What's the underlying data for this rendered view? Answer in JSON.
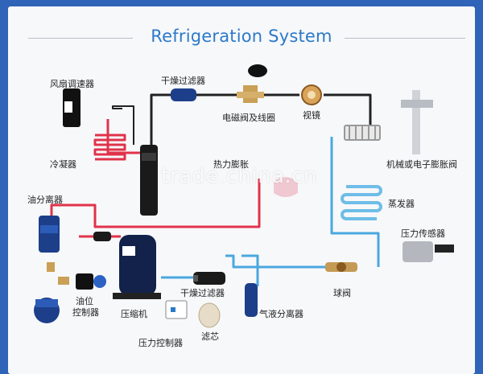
{
  "title": "Refrigeration System",
  "watermark": "trade.china.cn",
  "labels": {
    "fan_speed_controller": "风扇调速器",
    "dryer_filter_top": "干燥过滤器",
    "solenoid_valve": "电磁阀及线圈",
    "sight_glass": "视镜",
    "condenser": "冷凝器",
    "oil_separator": "油分离器",
    "evaporator": "蒸发器",
    "pressure_sensor": "压力传感器",
    "oil_level_controller_1": "油位",
    "oil_level_controller_2": "控制器",
    "compressor": "压缩机",
    "dryer_filter_bottom": "干燥过滤器",
    "gas_liquid_separator": "气液分离器",
    "ball_valve": "球阀",
    "filter_core": "滤芯",
    "pressure_controller": "压力控制器",
    "expansion_valve_partial": "机械或电子膨胀阀",
    "throttle_partial": "热力膨胀"
  },
  "colors": {
    "frame": "#2f64b8",
    "title": "#2c79c9",
    "hot_line": "#e0334b",
    "liquid_line": "#222222",
    "suction_line": "#4aa8df",
    "evaporator_coil": "#6fbde8"
  }
}
